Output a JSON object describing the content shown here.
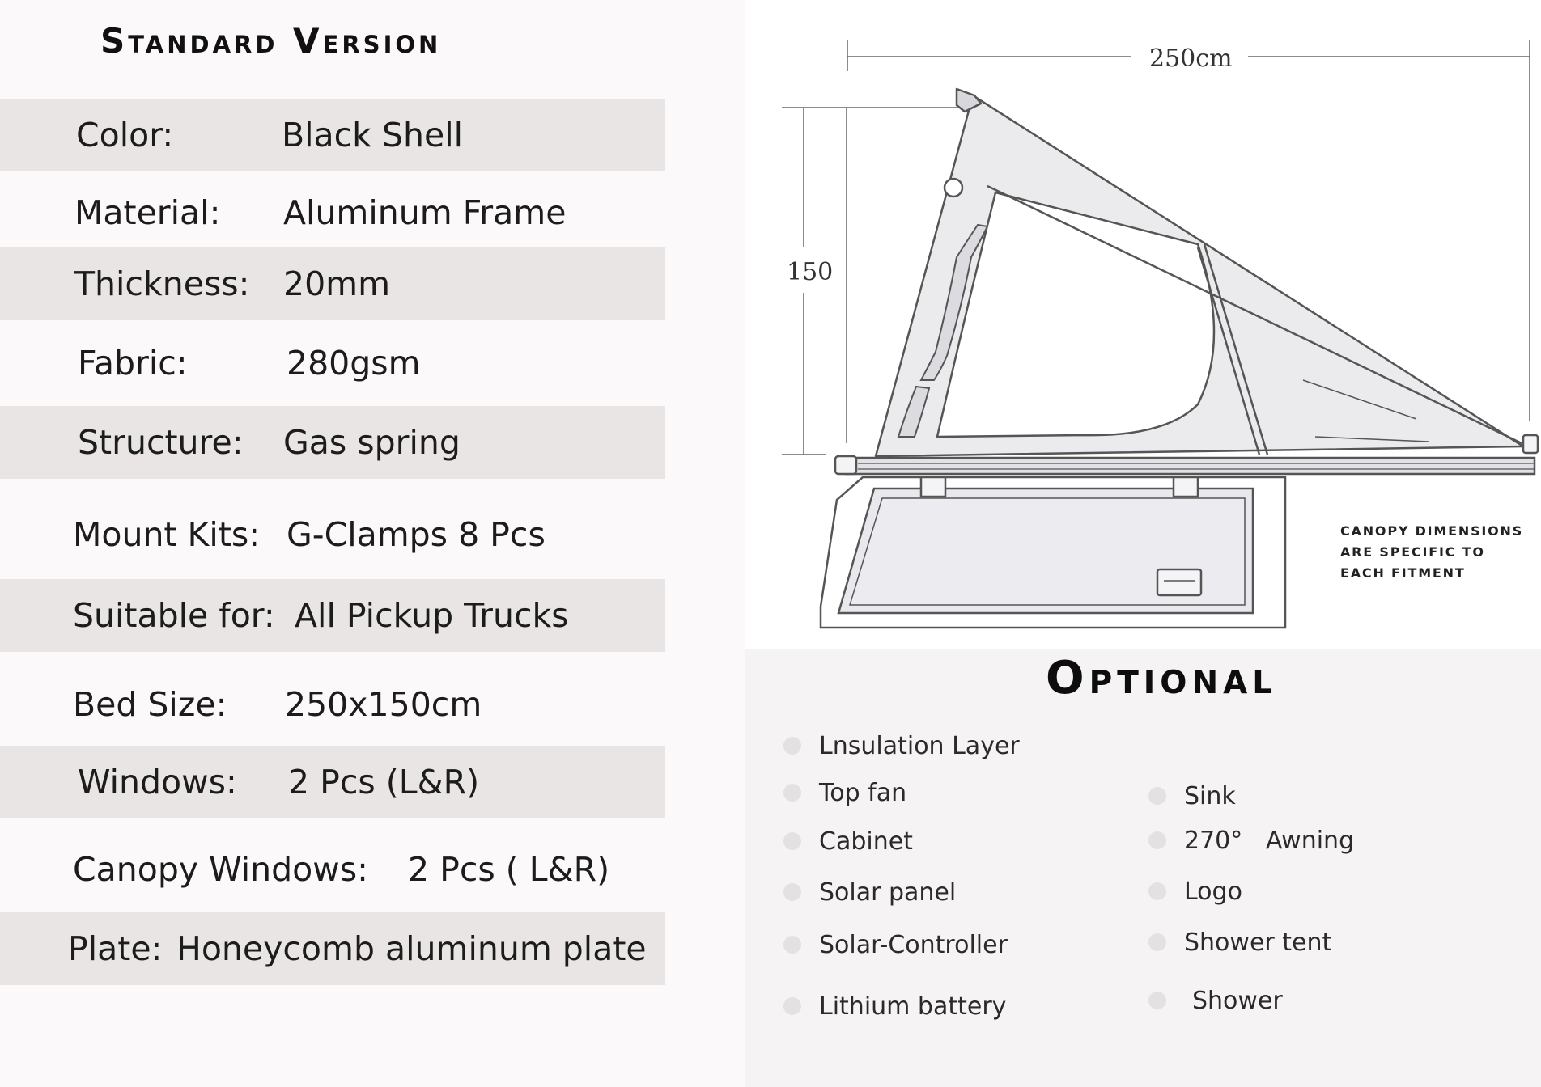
{
  "standard": {
    "title": "Standard Version",
    "specs": [
      {
        "label": "Color:",
        "value": "Black Shell"
      },
      {
        "label": "Material:",
        "value": "Aluminum Frame"
      },
      {
        "label": "Thickness:",
        "value": "20mm"
      },
      {
        "label": "Fabric:",
        "value": "280gsm"
      },
      {
        "label": "Structure:",
        "value": "Gas spring"
      },
      {
        "label": "Mount Kits:",
        "value": "G-Clamps 8 Pcs"
      },
      {
        "label": "Suitable for:",
        "value": "All Pickup Trucks"
      },
      {
        "label": "Bed Size:",
        "value": "250x150cm"
      },
      {
        "label": "Windows:",
        "value": "2 Pcs (L&R)"
      },
      {
        "label": "Canopy Windows:",
        "value": "2 Pcs ( L&R)"
      },
      {
        "label": "Plate:",
        "value": "Honeycomb aluminum plate"
      }
    ]
  },
  "diagram": {
    "width_label": "250cm",
    "height_label": "150",
    "note_lines": [
      "CANOPY DIMENSIONS",
      "ARE SPECIFIC TO",
      "EACH FITMENT"
    ]
  },
  "optional": {
    "title": "Optional",
    "left_items": [
      "Lnsulation Layer",
      "Top fan",
      "Cabinet",
      "Solar panel",
      "Solar-Controller",
      "Lithium battery"
    ],
    "right_items": [
      "Sink",
      "270°   Awning",
      "Logo",
      "Shower tent",
      "Shower"
    ]
  },
  "colors": {
    "row_shade": "#e9e5e4",
    "page_bg": "#fbf9f9",
    "bullet": "#e3e1e1",
    "line_art": "#555555"
  }
}
